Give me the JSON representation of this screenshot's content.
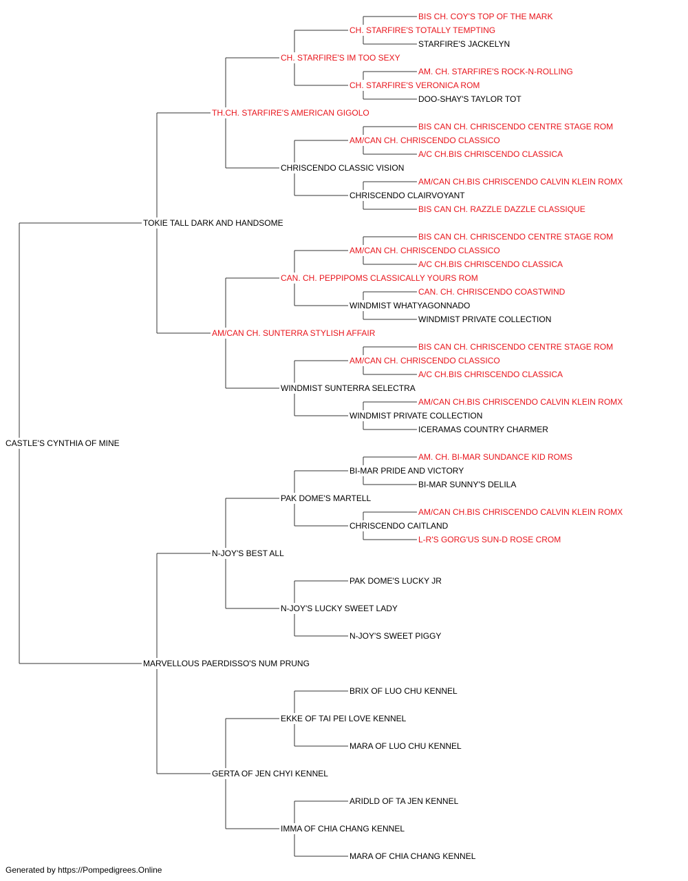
{
  "pedigree": {
    "name": "CASTLE'S CYNTHIA OF MINE",
    "sire": {
      "name": "TOKIE TALL DARK AND HANDSOME",
      "sire": {
        "name": "TH.CH. STARFIRE'S AMERICAN GIGOLO",
        "champion": true,
        "sire": {
          "name": "CH. STARFIRE'S IM TOO SEXY",
          "champion": true,
          "sire": {
            "name": "CH. STARFIRE'S TOTALLY TEMPTING",
            "champion": true,
            "sire": {
              "name": "BIS CH. COY'S TOP OF THE MARK",
              "champion": true
            },
            "dam": {
              "name": "STARFIRE'S JACKELYN"
            }
          },
          "dam": {
            "name": "CH. STARFIRE'S VERONICA ROM",
            "champion": true,
            "sire": {
              "name": "AM. CH. STARFIRE'S ROCK-N-ROLLING",
              "champion": true
            },
            "dam": {
              "name": "DOO-SHAY'S TAYLOR TOT"
            }
          }
        },
        "dam": {
          "name": "CHRISCENDO CLASSIC VISION",
          "sire": {
            "name": "AM/CAN CH. CHRISCENDO CLASSICO",
            "champion": true,
            "sire": {
              "name": "BIS CAN CH. CHRISCENDO CENTRE STAGE ROM",
              "champion": true
            },
            "dam": {
              "name": "A/C CH.BIS CHRISCENDO CLASSICA",
              "champion": true
            }
          },
          "dam": {
            "name": "CHRISCENDO CLAIRVOYANT",
            "sire": {
              "name": "AM/CAN CH.BIS CHRISCENDO CALVIN KLEIN ROMX",
              "champion": true
            },
            "dam": {
              "name": "BIS CAN CH. RAZZLE DAZZLE CLASSIQUE",
              "champion": true
            }
          }
        }
      },
      "dam": {
        "name": "AM/CAN CH. SUNTERRA STYLISH AFFAIR",
        "champion": true,
        "sire": {
          "name": "CAN. CH. PEPPIPOMS CLASSICALLY YOURS ROM",
          "champion": true,
          "sire": {
            "name": "AM/CAN CH. CHRISCENDO CLASSICO",
            "champion": true,
            "sire": {
              "name": "BIS CAN CH. CHRISCENDO CENTRE STAGE ROM",
              "champion": true
            },
            "dam": {
              "name": "A/C CH.BIS CHRISCENDO CLASSICA",
              "champion": true
            }
          },
          "dam": {
            "name": "WINDMIST WHATYAGONNADO",
            "sire": {
              "name": "CAN. CH. CHRISCENDO COASTWIND",
              "champion": true
            },
            "dam": {
              "name": "WINDMIST PRIVATE COLLECTION"
            }
          }
        },
        "dam": {
          "name": "WINDMIST SUNTERRA SELECTRA",
          "sire": {
            "name": "AM/CAN CH. CHRISCENDO CLASSICO",
            "champion": true,
            "sire": {
              "name": "BIS CAN CH. CHRISCENDO CENTRE STAGE ROM",
              "champion": true
            },
            "dam": {
              "name": "A/C CH.BIS CHRISCENDO CLASSICA",
              "champion": true
            }
          },
          "dam": {
            "name": "WINDMIST PRIVATE COLLECTION",
            "sire": {
              "name": "AM/CAN CH.BIS CHRISCENDO CALVIN KLEIN ROMX",
              "champion": true
            },
            "dam": {
              "name": "ICERAMAS COUNTRY CHARMER"
            }
          }
        }
      }
    },
    "dam": {
      "name": "MARVELLOUS PAERDISSO'S NUM PRUNG",
      "sire": {
        "name": "N-JOY'S BEST ALL",
        "sire": {
          "name": "PAK DOME'S MARTELL",
          "sire": {
            "name": "BI-MAR PRIDE AND VICTORY",
            "sire": {
              "name": "AM. CH. BI-MAR SUNDANCE KID ROMS",
              "champion": true
            },
            "dam": {
              "name": "BI-MAR SUNNY'S DELILA"
            }
          },
          "dam": {
            "name": "CHRISCENDO CAITLAND",
            "sire": {
              "name": "AM/CAN CH.BIS CHRISCENDO CALVIN KLEIN ROMX",
              "champion": true
            },
            "dam": {
              "name": "L-R'S GORG'US SUN-D ROSE CROM",
              "champion": true
            }
          }
        },
        "dam": {
          "name": "N-JOY'S LUCKY SWEET LADY",
          "sire": {
            "name": "PAK DOME'S LUCKY JR"
          },
          "dam": {
            "name": "N-JOY'S SWEET PIGGY"
          }
        }
      },
      "dam": {
        "name": "GERTA OF JEN CHYI KENNEL",
        "sire": {
          "name": "EKKE OF TAI PEI LOVE KENNEL",
          "sire": {
            "name": "BRIX OF LUO CHU KENNEL"
          },
          "dam": {
            "name": "MARA OF LUO CHU KENNEL"
          }
        },
        "dam": {
          "name": "IMMA OF CHIA CHANG KENNEL",
          "sire": {
            "name": "ARIDLD OF TA JEN KENNEL"
          },
          "dam": {
            "name": "MARA OF CHIA CHANG KENNEL"
          }
        }
      }
    }
  },
  "colors": {
    "champion": "#e8141b",
    "plain": "#000000",
    "connector": "#333333"
  },
  "footer": "Generated by https://Pompedigrees.Online"
}
